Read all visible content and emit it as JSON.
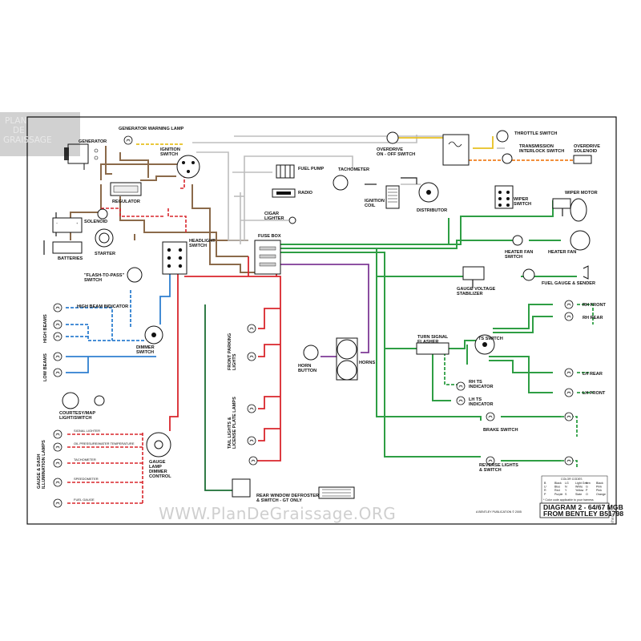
{
  "colors": {
    "brown": "#8B6A4A",
    "red": "#D9262C",
    "green": "#2E9E44",
    "blue": "#2F7FD0",
    "purple": "#7E3A96",
    "white_wire": "#BDBDBD",
    "yellow": "#E8C020",
    "orange": "#F08020",
    "black": "#1A1A1A"
  },
  "watermark": {
    "logo_line1": "PLAN",
    "logo_line2": "DE",
    "logo_line3": "GRAISSAGE",
    "url": "WWW.PlanDeGraissage.ORG"
  },
  "labels": {
    "generator": "GENERATOR",
    "generator_warning_lamp": "GENERATOR WARNING LAMP",
    "ignition_switch": "IGNITION\nSWITCH",
    "regulator": "REGULATOR",
    "solenoid": "SOLENOID",
    "starter": "STARTER",
    "batteries": "BATTERIES",
    "fuel_pump": "FUEL PUMP",
    "radio": "RADIO",
    "cigar_lighter": "CIGAR\nLIGHTER",
    "tachometer": "TACHOMETER",
    "ignition_coil": "IGNITION\nCOIL",
    "distributor": "DISTRIBUTOR",
    "overdrive_switch": "OVERDRIVE\nON - OFF SWITCH",
    "throttle_switch": "THROTTLE SWITCH",
    "transmission_switch": "TRANSMISSION\nINTERLOCK SWITCH",
    "overdrive_solenoid": "OVERDRIVE\nSOLENOID",
    "wiper_motor": "WIPER MOTOR",
    "wiper_switch": "WIPER\nSWITCH",
    "headlight_switch": "HEADLIGHT\nSWITCH",
    "fuse_box": "FUSE BOX",
    "heater_fan_switch": "HEATER FAN\nSWITCH",
    "heater_fan": "HEATER FAN",
    "fuel_gauge": "FUEL GAUGE & SENDER",
    "gauge_voltage_stabilizer": "GAUGE VOLTAGE\nSTABILIZER",
    "flash_to_pass": "\"FLASH-TO-PASS\"\nSWITCH",
    "high_beam_indicator": "HIGH BEAM INDICATOR",
    "high_beams": "HIGH BEAMS",
    "low_beams": "LOW BEAMS",
    "dimmer_switch": "DIMMER\nSWITCH",
    "courtesy_map": "COURTESY/MAP\nLIGHT/SWITCH",
    "gauge_illum": "GAUGE & DASH\nILLUMINATION LAMPS",
    "gauge_lamp_dimmer": "GAUGE\nLAMP\nDIMMER\nCONTROL",
    "front_parking": "FRONT PARKING\nLIGHTS",
    "tail_lights": "TAIL LIGHTS &\nLICENSE PLATE LAMPS",
    "horn_button": "HORN\nBUTTON",
    "horns": "HORNS",
    "turn_signal_flasher": "TURN SIGNAL\nFLASHER",
    "ts_switch": "TS SWITCH",
    "rh_front": "RH FRONT",
    "rh_rear": "RH REAR",
    "rh_ts_indicator": "RH TS\nINDICATOR",
    "lh_ts_indicator": "LH TS\nINDICATOR",
    "lh_rear": "LH REAR",
    "lh_front": "LH FRONT",
    "brake_switch": "BRAKE SWITCH",
    "reverse_lights": "REVERSE LIGHTS\n& SWITCH",
    "rear_window_defroster": "REAR WINDOW DEFROSTER\n& SWITCH - GT ONLY",
    "speedometer": "SPEEDOMETER",
    "fuel_gauge_small": "FUEL GAUGE",
    "oil_temp": "OIL PRESSURE/WATER TEMPERATURE",
    "tachometer_small": "TACHOMETER",
    "signal_lighter": "SIGNAL LIGHTER"
  },
  "title_block": {
    "line1": "DIAGRAM 2 - 64/67 MGB",
    "line2": "FROM BENTLEY B51798",
    "publication": "A BENTLEY PUBLICATION  © 2005",
    "sheet": "sheet 2"
  },
  "color_codes": {
    "heading": "COLOR CODES",
    "rows": [
      [
        "B",
        "Black",
        "LG",
        "Light Green",
        "K",
        "Black"
      ],
      [
        "U",
        "Blue",
        "N",
        "White",
        "G",
        "Pink"
      ],
      [
        "R",
        "Red",
        "Y",
        "Yellow",
        "P",
        "Pink"
      ],
      [
        "P",
        "Purple",
        "S",
        "Slate",
        "O",
        "Orange"
      ]
    ],
    "note": "* Color code applicable to your harness"
  }
}
